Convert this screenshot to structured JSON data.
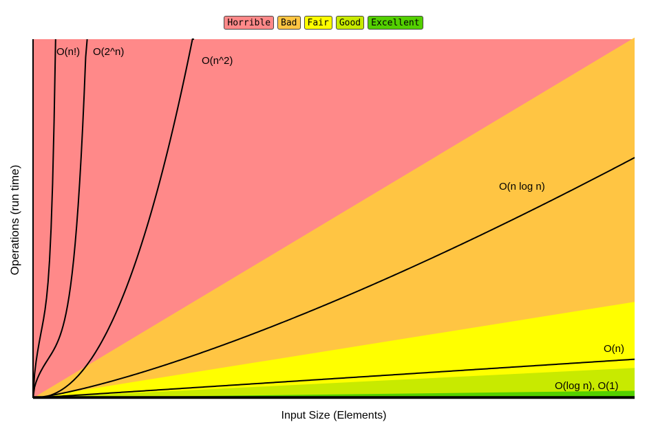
{
  "chart_data": {
    "type": "area",
    "title": "",
    "xlabel": "Input Size (Elements)",
    "ylabel": "Operations (run time)",
    "legend": {
      "placement": "top-center",
      "items": [
        {
          "label": "Horrible",
          "color": "#ff8989"
        },
        {
          "label": "Bad",
          "color": "#ffc543"
        },
        {
          "label": "Fair",
          "color": "#ffff00"
        },
        {
          "label": "Good",
          "color": "#c8ea00"
        },
        {
          "label": "Excellent",
          "color": "#53d000"
        }
      ]
    },
    "regions": [
      {
        "name": "Horrible",
        "color": "#ff8989"
      },
      {
        "name": "Bad",
        "color": "#ffc543",
        "upper_slope": 0.6
      },
      {
        "name": "Fair",
        "color": "#ffff00",
        "upper_slope": 0.16
      },
      {
        "name": "Good",
        "color": "#c8ea00",
        "upper_slope": 0.05
      },
      {
        "name": "Excellent",
        "color": "#53d000",
        "upper_slope": 0.012
      }
    ],
    "curves": [
      {
        "label": "O(n!)",
        "function": "factorial"
      },
      {
        "label": "O(2^n)",
        "function": "exponential"
      },
      {
        "label": "O(n^2)",
        "function": "quadratic"
      },
      {
        "label": "O(n log n)",
        "function": "nlogn"
      },
      {
        "label": "O(n)",
        "function": "linear"
      },
      {
        "label": "O(log n), O(1)",
        "function": "log_constant"
      }
    ],
    "grid": false
  }
}
